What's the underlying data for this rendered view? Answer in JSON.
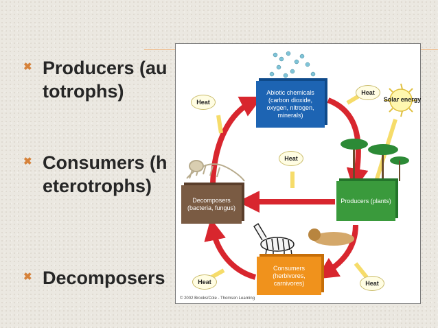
{
  "bullets": [
    {
      "text": "Producers (autotrophs)"
    },
    {
      "text": "Consumers (heterotrophs)"
    },
    {
      "text": "Decomposers"
    }
  ],
  "bullet_icon": "x-mark-icon",
  "diagram": {
    "abiotic": "Abiotic chemicals (carbon dioxide, oxygen, nitrogen, minerals)",
    "producers": "Producers (plants)",
    "decomposers": "Decomposers (bacteria, fungus)",
    "consumers": "Consumers (herbivores, carnivores)",
    "heat_label": "Heat",
    "solar_label": "Solar energy",
    "copyright": "© 2002 Brooks/Cole - Thomson Learning"
  },
  "colors": {
    "abiotic": "#1d64b3",
    "producers": "#3a9a3c",
    "decomposers": "#7a5b43",
    "consumers": "#f0921c",
    "cycle_arrow": "#d8262e",
    "heat_arrow": "#f6dc6a",
    "accent": "#d6823a"
  }
}
